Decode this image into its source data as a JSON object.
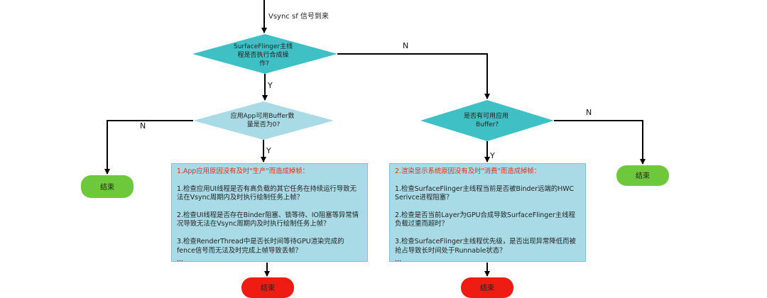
{
  "start_label": "Vsync sf 信号到来",
  "decision_sf": {
    "lines": [
      "SurfaceFlinger主线",
      "程是否执行合成操",
      "作?"
    ]
  },
  "decision_app": {
    "lines": [
      "应用App可用Buffer数",
      "量是否为0?"
    ]
  },
  "decision_buffer": {
    "lines": [
      "是否有可用应用",
      "Buffer?"
    ]
  },
  "labels": {
    "sf_yes": "Y",
    "sf_no": "N",
    "app_yes": "Y",
    "app_no": "N",
    "buffer_yes": "Y",
    "buffer_no": "N"
  },
  "end_left": "结束",
  "end_right": "结束",
  "end_app": "结束",
  "end_render": "结束",
  "note_app": {
    "title": "1.App应用原因没有及时\"生产\"而造成掉帧：",
    "items": [
      "1.检查应用UI线程是否有高负载的其它任务在持续运行导致无法在Vsync周期内及时执行绘制任务上帧？",
      "2.检查UI线程是否存在Binder阻塞、锁等待、IO阻塞等异常情况导致无法在Vsync周期内及时执行绘制任务上帧？",
      "3.检查RenderThread中是否长时间等待GPU渲染完成的fence信号而无法及时完成上帧导致丢帧？"
    ],
    "more": "..."
  },
  "note_render": {
    "title": "2.渲染显示系统原因没有及时\"消费\"而造成掉帧：",
    "items": [
      "1.检查SurfaceFlinger主线程当前是否被Binder远端的HWC Serivce进程阻塞？",
      "2.检查是否当前Layer为GPU合成导致SurfaceFlinger主线程负载过重而超时？",
      "3.检查SurfaceFlinger主线程优先级，是否出现异常降低而被抢占导致长时间处于Runnable状态？"
    ],
    "more": "..."
  },
  "colors": {
    "decision_dark": "#3ec0c4",
    "decision_light": "#a9dbe6",
    "end_green": "#6dc93b",
    "end_red": "#ee1c13",
    "note_bg": "#a9dbe6",
    "note_title": "#e0301e"
  }
}
